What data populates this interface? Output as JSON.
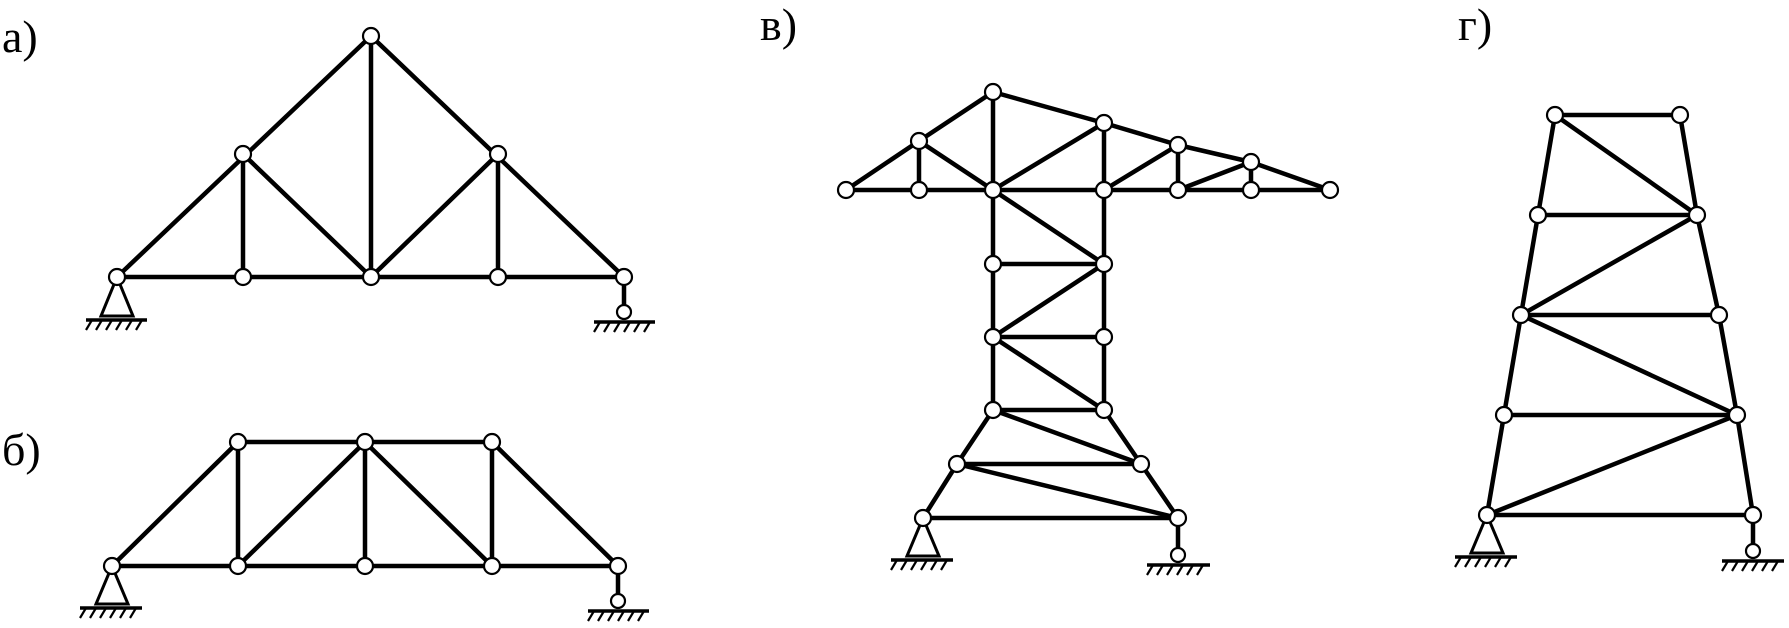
{
  "figure": {
    "panels": [
      {
        "id": "a",
        "label": "а)"
      },
      {
        "id": "b",
        "label": "б)"
      },
      {
        "id": "c",
        "label": "в)"
      },
      {
        "id": "d",
        "label": "г)"
      }
    ]
  },
  "colors": {
    "line": "#000000",
    "joint_fill": "#ffffff",
    "background": "#ffffff"
  }
}
